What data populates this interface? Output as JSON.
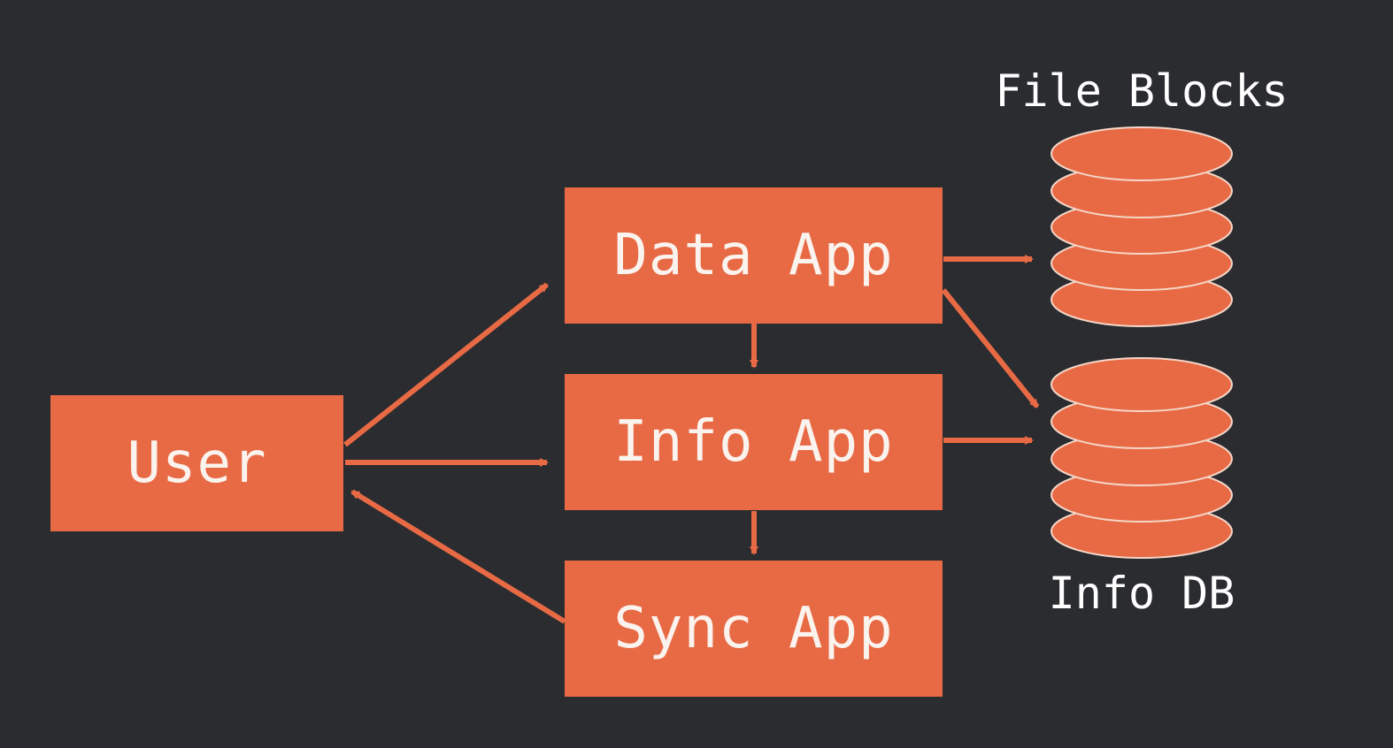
{
  "diagram": {
    "nodes": {
      "user": "User",
      "data_app": "Data App",
      "info_app": "Info App",
      "sync_app": "Sync App"
    },
    "stores": {
      "file_blocks": "File Blocks",
      "info_db": "Info DB"
    },
    "edges": [
      {
        "from": "User",
        "to": "Data App"
      },
      {
        "from": "User",
        "to": "Info App"
      },
      {
        "from": "Sync App",
        "to": "User"
      },
      {
        "from": "Data App",
        "to": "Info App"
      },
      {
        "from": "Info App",
        "to": "Sync App"
      },
      {
        "from": "Data App",
        "to": "File Blocks"
      },
      {
        "from": "Data App",
        "to": "Info DB"
      },
      {
        "from": "Info App",
        "to": "Info DB"
      }
    ]
  },
  "colors": {
    "background": "#2a2c30",
    "accent": "#e86a45",
    "text": "#ffffff"
  }
}
